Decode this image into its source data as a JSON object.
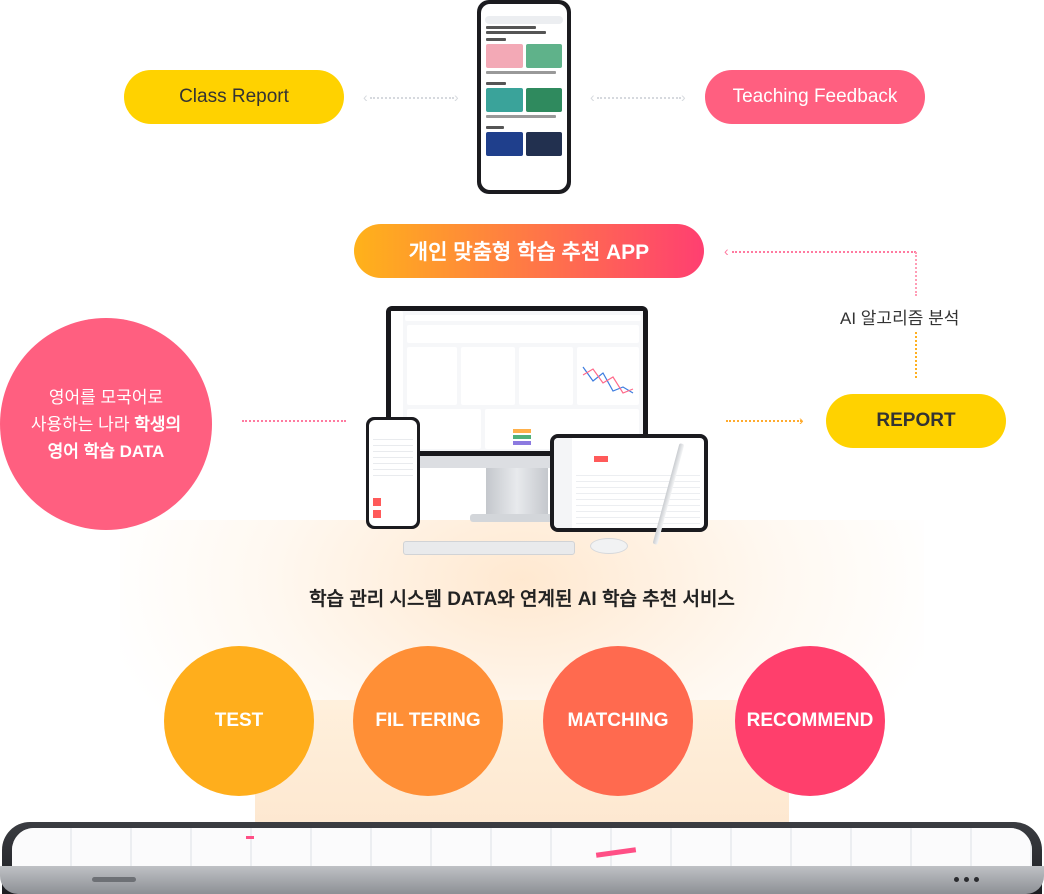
{
  "top": {
    "left_label": "Class Report",
    "right_label": "Teaching Feedback"
  },
  "app": {
    "label": "개인 맞춤형 학습 추천 APP"
  },
  "ai": {
    "label": "AI 알고리즘 분석"
  },
  "report": {
    "label": "REPORT"
  },
  "source": {
    "line1": "영어를 모국어로",
    "line2_plain": "사용하는 나라 ",
    "line2_bold": "학생의",
    "line3_bold": "영어 학습 DATA"
  },
  "caption": "학습 관리 시스템 DATA와 연계된 AI 학습 추천 서비스",
  "steps": [
    {
      "label": "TEST",
      "color": "#ffae1c"
    },
    {
      "label": "FIL TERING",
      "color": "#ff8f36"
    },
    {
      "label": "MATCHING",
      "color": "#ff6a4f"
    },
    {
      "label": "RECOMMEND",
      "color": "#ff3f6c"
    }
  ],
  "colors": {
    "yellow": "#ffd200",
    "pink": "#ff5f80",
    "gradient_start": "#ffb21a",
    "gradient_end": "#ff3f71"
  }
}
